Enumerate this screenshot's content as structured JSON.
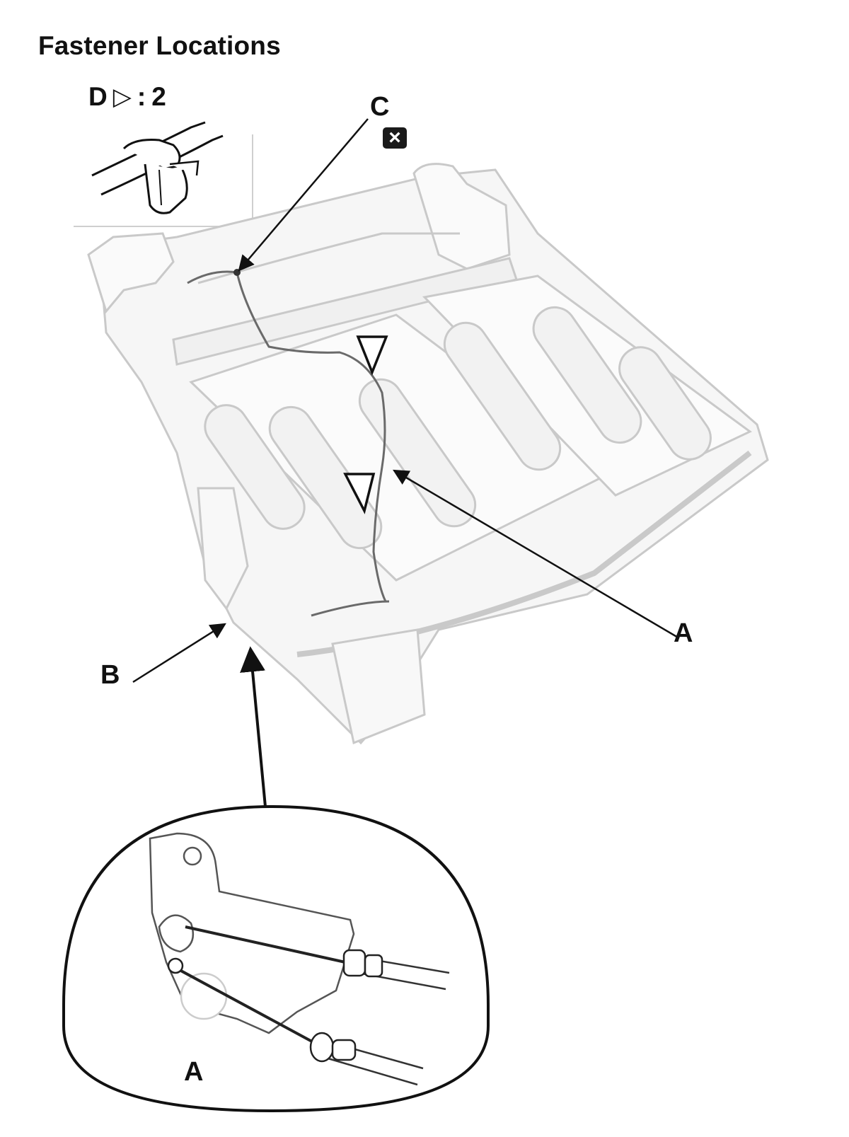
{
  "title": "Fastener Locations",
  "legend": {
    "letter": "D",
    "symbol": "▷",
    "separator": ":",
    "count": "2"
  },
  "callouts": {
    "a_main": "A",
    "b": "B",
    "c": "C",
    "a_inset": "A"
  },
  "icons": {
    "clip_removal": "x-box-icon",
    "clip_marker": "triangle-outline-icon"
  },
  "colors": {
    "line": "#111111",
    "frame": "#c9c9c9",
    "frame_fill": "#f4f4f4"
  }
}
